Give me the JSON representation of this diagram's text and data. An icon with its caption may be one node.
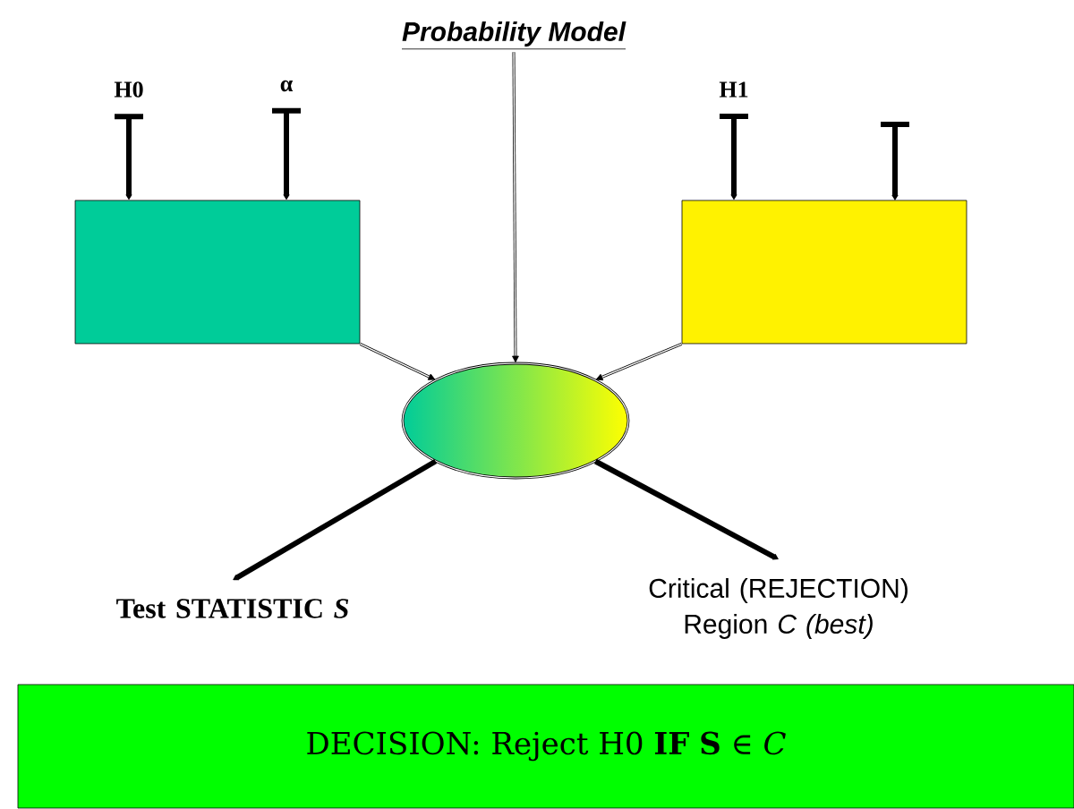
{
  "diagram": {
    "nodes": [
      {
        "text": [
          "Probability Model"
        ]
      },
      {
        "text": [
          "H0"
        ]
      },
      {
        "text": [
          "α"
        ]
      },
      {
        "text": [
          "H1"
        ]
      },
      {
        "text": [],
        "shape": "box"
      },
      {
        "text": [],
        "shape": "box"
      },
      {
        "text": [],
        "shape": "ellipse"
      },
      {
        "text": [
          "Test STATISTIC *S*"
        ]
      },
      {
        "text": [
          "Critical (REJECTION) Region *C (best)*"
        ]
      },
      {
        "text": [
          "DECISION: Reject H0 **IF** **S** ∈ *C*"
        ]
      }
    ],
    "edges": [
      {
        "from": 1,
        "to": 4,
        "arrow": "to"
      },
      {
        "from": 2,
        "to": 4,
        "arrow": "to"
      },
      {
        "from": 3,
        "to": 5,
        "arrow": "to"
      },
      {
        "from": null,
        "to": 5,
        "arrow": "to"
      },
      {
        "from": 0,
        "to": 6,
        "arrow": "to"
      },
      {
        "from": 4,
        "to": 6,
        "arrow": "to"
      },
      {
        "from": 5,
        "to": 6,
        "arrow": "to"
      },
      {
        "from": 6,
        "to": 7,
        "arrow": "to"
      },
      {
        "from": 6,
        "to": 8,
        "arrow": "to"
      }
    ]
  }
}
